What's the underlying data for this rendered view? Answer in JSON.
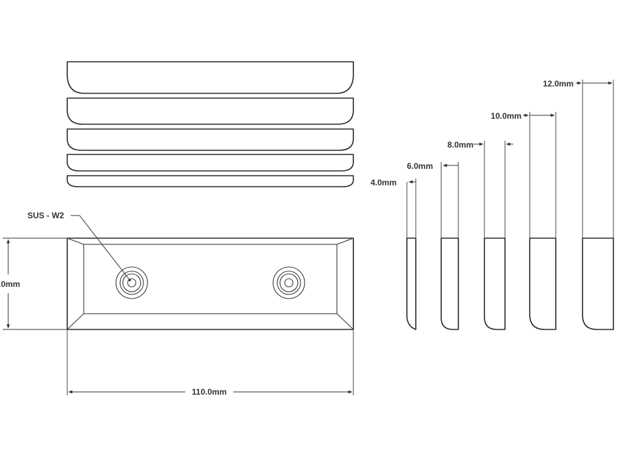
{
  "callout": {
    "material": "SUS - W2"
  },
  "dimensions": {
    "width_label": "110.0mm",
    "height_label": ".0mm"
  },
  "thickness_variants": [
    {
      "label": "4.0mm"
    },
    {
      "label": "6.0mm"
    },
    {
      "label": "8.0mm"
    },
    {
      "label": "10.0mm"
    },
    {
      "label": "12.0mm"
    }
  ],
  "colors": {
    "line": "#2a2a2a",
    "background": "#ffffff"
  }
}
